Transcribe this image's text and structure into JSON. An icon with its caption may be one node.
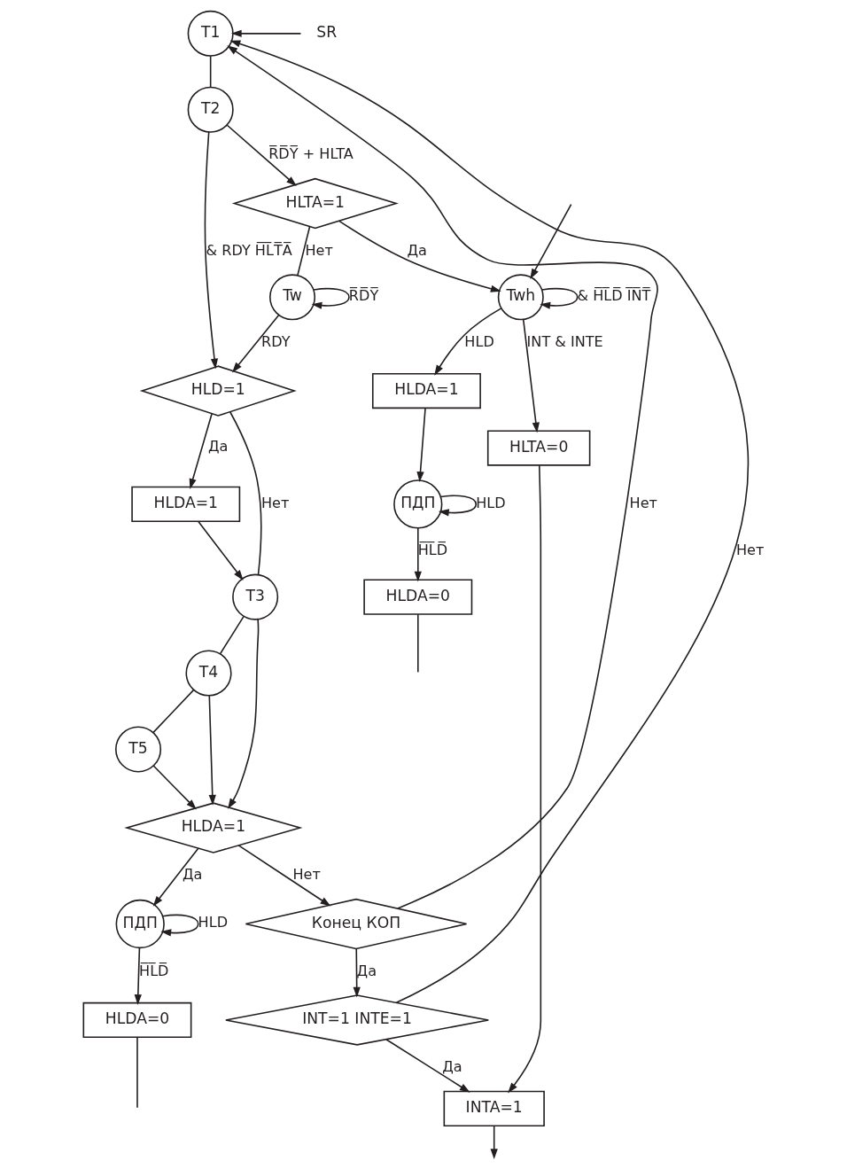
{
  "diagram": {
    "nodes": [
      {
        "text": [
          "T1"
        ]
      },
      {
        "text": [
          "T2"
        ]
      },
      {
        "text": [
          "SR"
        ]
      },
      {
        "text": [
          "HLTA=1"
        ]
      },
      {
        "text": [
          "Tw"
        ]
      },
      {
        "text": [
          "HLD=1"
        ]
      },
      {
        "text": [
          "HLDA=1"
        ]
      },
      {
        "text": [
          "T3"
        ]
      },
      {
        "text": [
          "T4"
        ]
      },
      {
        "text": [
          "T5"
        ]
      },
      {
        "text": [
          "Twh"
        ]
      },
      {
        "text": [
          "HLDA=1"
        ]
      },
      {
        "text": [
          "HLDA=1"
        ]
      },
      {
        "text": [
          "ПДП"
        ]
      },
      {
        "text": [
          "ПДП"
        ]
      },
      {
        "text": [
          "Конец КОП"
        ]
      },
      {
        "text": [
          "HLDA=0"
        ]
      },
      {
        "text": [
          "HLTA=0"
        ]
      },
      {
        "text": [
          "HLDA=0"
        ]
      },
      {
        "text": [
          "INT=1 INTE=1"
        ]
      },
      {
        "text": [
          "INTA=1"
        ]
      }
    ],
    "edges": [
      {
        "from": 2,
        "to": 0,
        "arrow": "to"
      },
      {
        "from": 0,
        "to": 1,
        "arrow": "none"
      },
      {
        "from": 1,
        "to": 3,
        "arrow": "to",
        "label": "R̅D̅Y̅ + HLTA"
      },
      {
        "from": 1,
        "to": 5,
        "arrow": "to",
        "label": "& RDY H̅L̅T̅A̅"
      },
      {
        "from": 3,
        "to": 4,
        "arrow": "none",
        "label": "Нет"
      },
      {
        "from": 4,
        "to": 5,
        "arrow": "to",
        "label": "RDY"
      },
      {
        "from": 4,
        "to": 4,
        "arrow": "to",
        "label": "R̅D̅Y̅"
      },
      {
        "from": 3,
        "to": 10,
        "arrow": "to",
        "label": "Да"
      },
      {
        "from": null,
        "to": 10,
        "arrow": "to"
      },
      {
        "from": 5,
        "to": 6,
        "arrow": "to",
        "label": "Да"
      },
      {
        "from": 5,
        "to": 7,
        "arrow": "none",
        "label": "Нет"
      },
      {
        "from": 6,
        "to": 7,
        "arrow": "to"
      },
      {
        "from": 7,
        "to": 8,
        "arrow": "none"
      },
      {
        "from": 8,
        "to": 9,
        "arrow": "none"
      },
      {
        "from": 7,
        "to": 12,
        "arrow": "to"
      },
      {
        "from": 8,
        "to": 12,
        "arrow": "to"
      },
      {
        "from": 9,
        "to": 12,
        "arrow": "to"
      },
      {
        "from": 10,
        "to": 10,
        "arrow": "to",
        "label": "& H̅L̅D̅ I̅N̅T̅"
      },
      {
        "from": 10,
        "to": 17,
        "arrow": "to",
        "label": "INT & INTE"
      },
      {
        "from": 10,
        "to": 11,
        "arrow": "to",
        "label": "HLD"
      },
      {
        "from": 12,
        "to": 13,
        "arrow": "to",
        "label": "Да"
      },
      {
        "from": 12,
        "to": 15,
        "arrow": "to",
        "label": "Нет"
      },
      {
        "from": 13,
        "to": 13,
        "arrow": "to",
        "label": "HLD"
      },
      {
        "from": 11,
        "to": 14,
        "arrow": "to"
      },
      {
        "from": 14,
        "to": 14,
        "arrow": "to",
        "label": "HLD"
      },
      {
        "from": 15,
        "to": 0,
        "arrow": "to",
        "label": "Нет"
      },
      {
        "from": 15,
        "to": 19,
        "arrow": "to",
        "label": "Да"
      },
      {
        "from": 13,
        "to": 16,
        "arrow": "to",
        "label": "H̅L̅D̅"
      },
      {
        "from": 14,
        "to": 18,
        "arrow": "to",
        "label": "H̅L̅D̅"
      },
      {
        "from": 19,
        "to": 0,
        "arrow": "to",
        "label": "Нет"
      },
      {
        "from": 19,
        "to": 20,
        "arrow": "to",
        "label": "Да"
      },
      {
        "from": 17,
        "to": 20,
        "arrow": "to"
      },
      {
        "from": 20,
        "to": null,
        "arrow": "to"
      },
      {
        "from": 16,
        "to": null,
        "arrow": "none"
      },
      {
        "from": 18,
        "to": null,
        "arrow": "none"
      }
    ]
  }
}
